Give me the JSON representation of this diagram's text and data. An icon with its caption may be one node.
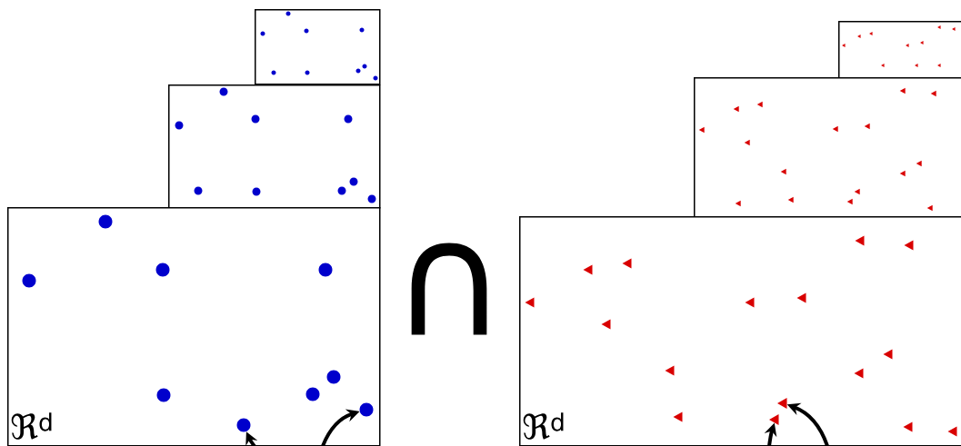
{
  "diagram": {
    "nodes": [
      {
        "text": [],
        "shape": "box"
      },
      {
        "text": [],
        "shape": "box"
      },
      {
        "text": [
          "ℜ$^{d}$"
        ]
      },
      {
        "text": [],
        "shape": "box"
      },
      {
        "text": [],
        "shape": "box"
      },
      {
        "text": [
          "ℜ$^{d}$"
        ]
      },
      {
        "text": [],
        "shape": "circle",
        "in": 2
      },
      {
        "text": [],
        "shape": "circle",
        "in": 2
      },
      {
        "text": [],
        "shape": "triangle",
        "in": 5
      },
      {
        "text": [],
        "shape": "triangle",
        "in": 5
      }
    ],
    "edges": [
      {
        "from": null,
        "to": 6,
        "arrow": "to"
      },
      {
        "from": null,
        "to": 7,
        "arrow": "to"
      },
      {
        "from": null,
        "to": 8,
        "arrow": "to"
      },
      {
        "from": null,
        "to": 9,
        "arrow": "to"
      }
    ],
    "labels": [
      "∩"
    ]
  }
}
